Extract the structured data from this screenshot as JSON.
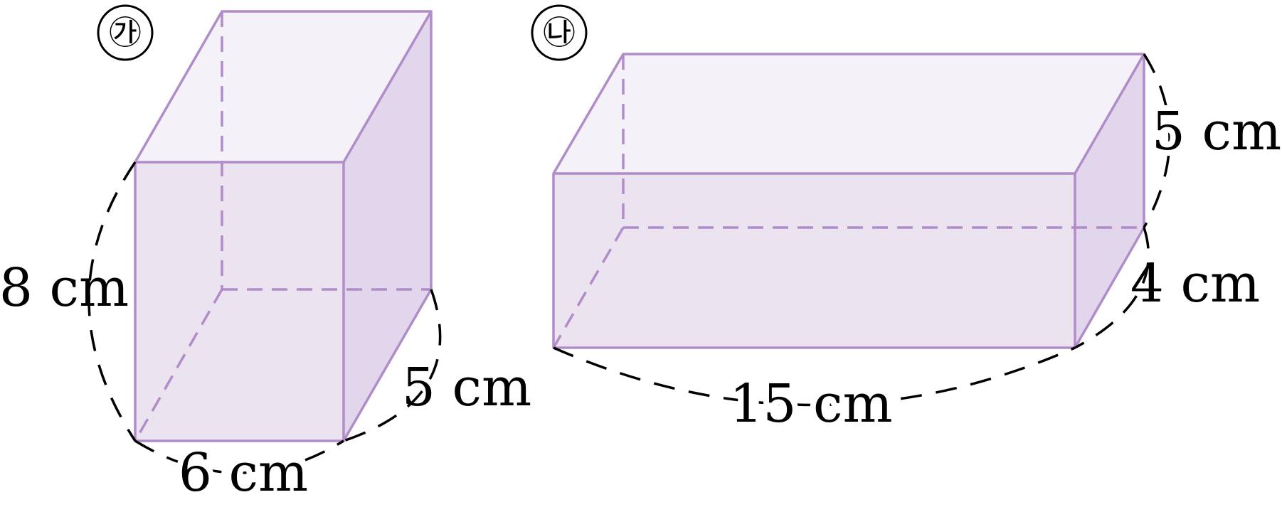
{
  "figures": [
    {
      "tag": "㉮",
      "dimensions": {
        "height": "8 cm",
        "width": "6 cm",
        "depth": "5 cm"
      }
    },
    {
      "tag": "㉯",
      "dimensions": {
        "height": "5 cm",
        "depth": "4 cm",
        "width": "15 cm"
      }
    }
  ],
  "colors": {
    "edge": "#b08cc8",
    "top_face": "#f4f1f8",
    "front_face": "#ece3f1",
    "side_face": "#e2d6ec",
    "dimension_lines": "#000000"
  }
}
